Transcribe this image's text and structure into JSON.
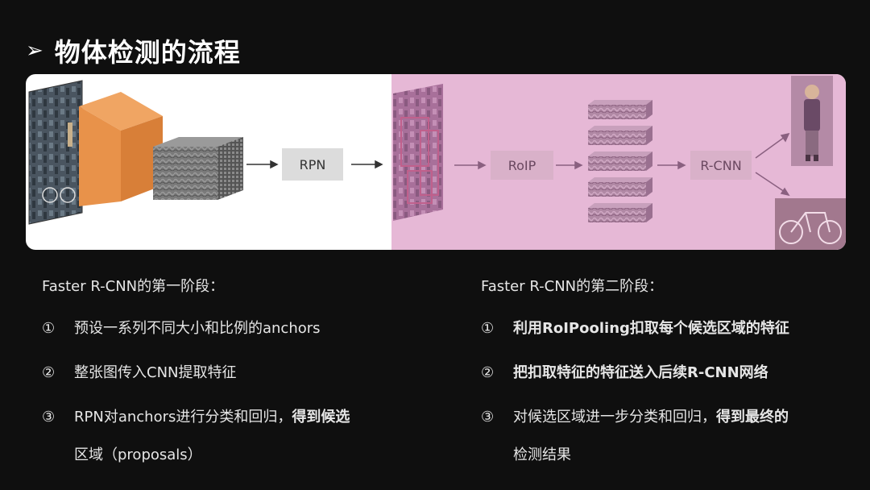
{
  "title": {
    "arrow": "➢",
    "text": "物体检测的流程"
  },
  "diagram": {
    "rpn_label": "RPN",
    "roip_label": "RoIP",
    "rcnn_label": "R-CNN",
    "colors": {
      "stage2_background": "#e6b8d6",
      "cube": "#e8924a",
      "feature_map": "#6f6f6f"
    }
  },
  "stage1": {
    "heading": "Faster R-CNN的第一阶段：",
    "steps": [
      {
        "num": "①",
        "text": "预设一系列不同大小和比例的anchors"
      },
      {
        "num": "②",
        "text": "整张图传入CNN提取特征"
      },
      {
        "num": "③",
        "text": "RPN对anchors进行分类和回归，",
        "bold": "得到候选",
        "cont": "区域（proposals）"
      }
    ]
  },
  "stage2": {
    "heading": "Faster R-CNN的第二阶段：",
    "steps": [
      {
        "num": "①",
        "text": "利用RoIPooling扣取每个候选区域的特征"
      },
      {
        "num": "②",
        "text": "把扣取特征的特征送入后续R-CNN网络"
      },
      {
        "num": "③",
        "text": "对候选区域进一步分类和回归，",
        "bold": "得到最终的",
        "cont": "检测结果"
      }
    ]
  }
}
